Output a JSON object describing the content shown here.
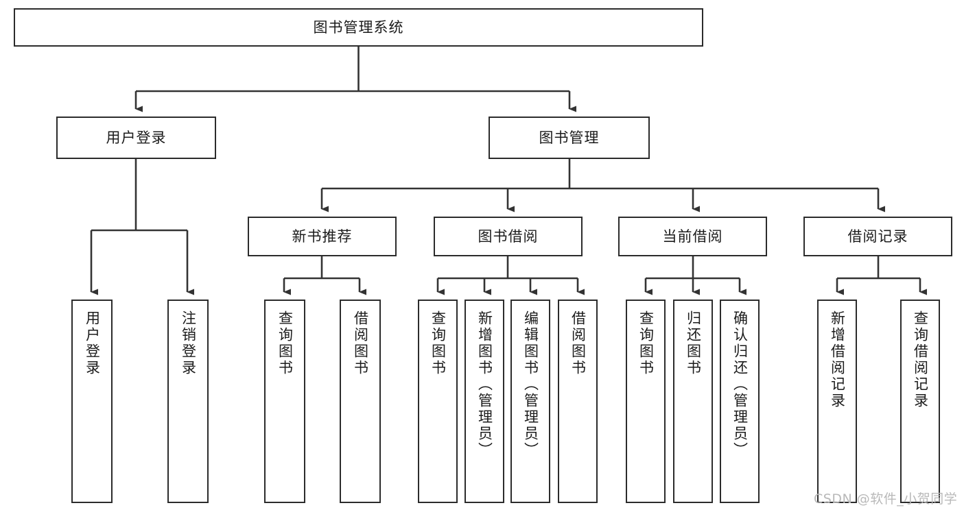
{
  "diagram": {
    "title": "图书管理系统",
    "type": "tree-hierarchy-chart",
    "watermark": "CSDN @软件_小贺同学",
    "colors": {
      "background": "#ffffff",
      "box_border": "#2b2b2b",
      "box_fill": "#ffffff",
      "connector": "#333333",
      "text": "#1b1b1b",
      "watermark": "#b9b9b9"
    },
    "root": {
      "id": "root",
      "label": "图书管理系统"
    },
    "level2": [
      {
        "id": "user-login",
        "label": "用户登录"
      },
      {
        "id": "book-management",
        "label": "图书管理"
      }
    ],
    "level3": [
      {
        "id": "new-book-recommend",
        "label": "新书推荐",
        "parent": "book-management"
      },
      {
        "id": "book-borrow",
        "label": "图书借阅",
        "parent": "book-management"
      },
      {
        "id": "current-borrow",
        "label": "当前借阅",
        "parent": "book-management"
      },
      {
        "id": "borrow-record",
        "label": "借阅记录",
        "parent": "book-management"
      }
    ],
    "leaves": [
      {
        "id": "leaf-user-login",
        "label": "用户登录",
        "parent": "user-login"
      },
      {
        "id": "leaf-logout-login",
        "label": "注销登录",
        "parent": "user-login"
      },
      {
        "id": "leaf-query-book-1",
        "label": "查询图书",
        "parent": "new-book-recommend"
      },
      {
        "id": "leaf-borrow-book-1",
        "label": "借阅图书",
        "parent": "new-book-recommend"
      },
      {
        "id": "leaf-query-book-2",
        "label": "查询图书",
        "parent": "book-borrow"
      },
      {
        "id": "leaf-add-book",
        "label": "新增图书（管理员）",
        "parent": "book-borrow"
      },
      {
        "id": "leaf-edit-book",
        "label": "编辑图书（管理员）",
        "parent": "book-borrow"
      },
      {
        "id": "leaf-borrow-book-2",
        "label": "借阅图书",
        "parent": "book-borrow"
      },
      {
        "id": "leaf-query-book-3",
        "label": "查询图书",
        "parent": "current-borrow"
      },
      {
        "id": "leaf-return-book",
        "label": "归还图书",
        "parent": "current-borrow"
      },
      {
        "id": "leaf-confirm-return",
        "label": "确认归还（管理员）",
        "parent": "current-borrow"
      },
      {
        "id": "leaf-add-record",
        "label": "新增借阅记录",
        "parent": "borrow-record"
      },
      {
        "id": "leaf-query-record",
        "label": "查询借阅记录",
        "parent": "borrow-record"
      }
    ]
  }
}
